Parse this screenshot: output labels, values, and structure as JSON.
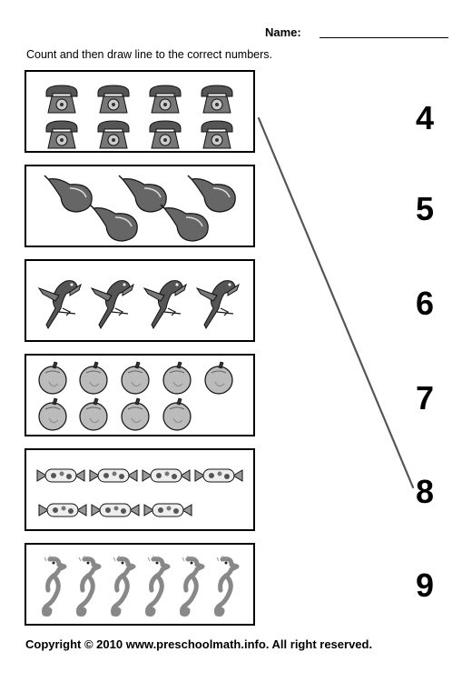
{
  "header": {
    "name_label": "Name:"
  },
  "instruction": "Count and then draw line to the correct numbers.",
  "numbers": [
    "4",
    "5",
    "6",
    "7",
    "8",
    "9"
  ],
  "groups": [
    {
      "item": "telephone",
      "count": 8
    },
    {
      "item": "pear",
      "count": 5
    },
    {
      "item": "parrot",
      "count": 4
    },
    {
      "item": "apple",
      "count": 9
    },
    {
      "item": "candy",
      "count": 7
    },
    {
      "item": "seahorse",
      "count": 6
    }
  ],
  "drawn_line": {
    "from_group": 1,
    "to_number": "8"
  },
  "footer": {
    "copyright": "Copyright  © 2010  www.preschoolmath.info.  All right reserved."
  }
}
